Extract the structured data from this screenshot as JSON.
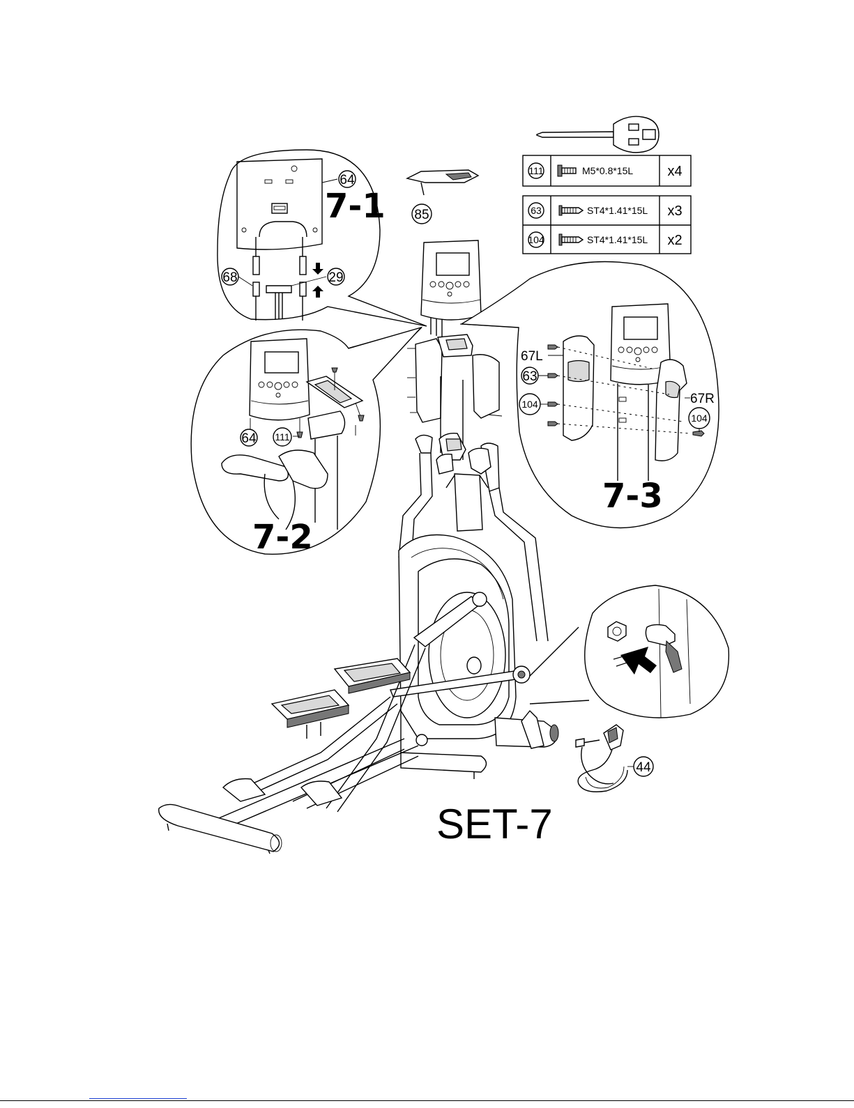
{
  "set_title": "SET-7",
  "steps": {
    "step1": "7-1",
    "step2": "7-2",
    "step3": "7-3"
  },
  "callouts": {
    "display_panel": "64",
    "display_panel_b": "64",
    "wire_upper": "68",
    "wire_lower": "29",
    "bottle_holder": "85",
    "screw_111": "111",
    "cover_left": "67L",
    "screw_63": "63",
    "screw_104": "104",
    "screw_104_b": "104",
    "cover_right": "67R",
    "adapter": "44"
  },
  "hardware": [
    {
      "code": "111",
      "spec": "M5*0.8*15L",
      "qty": "x4"
    },
    {
      "code": "63",
      "spec": "ST4*1.41*15L",
      "qty": "x3"
    },
    {
      "code": "104",
      "spec": "ST4*1.41*15L",
      "qty": "x2"
    }
  ]
}
